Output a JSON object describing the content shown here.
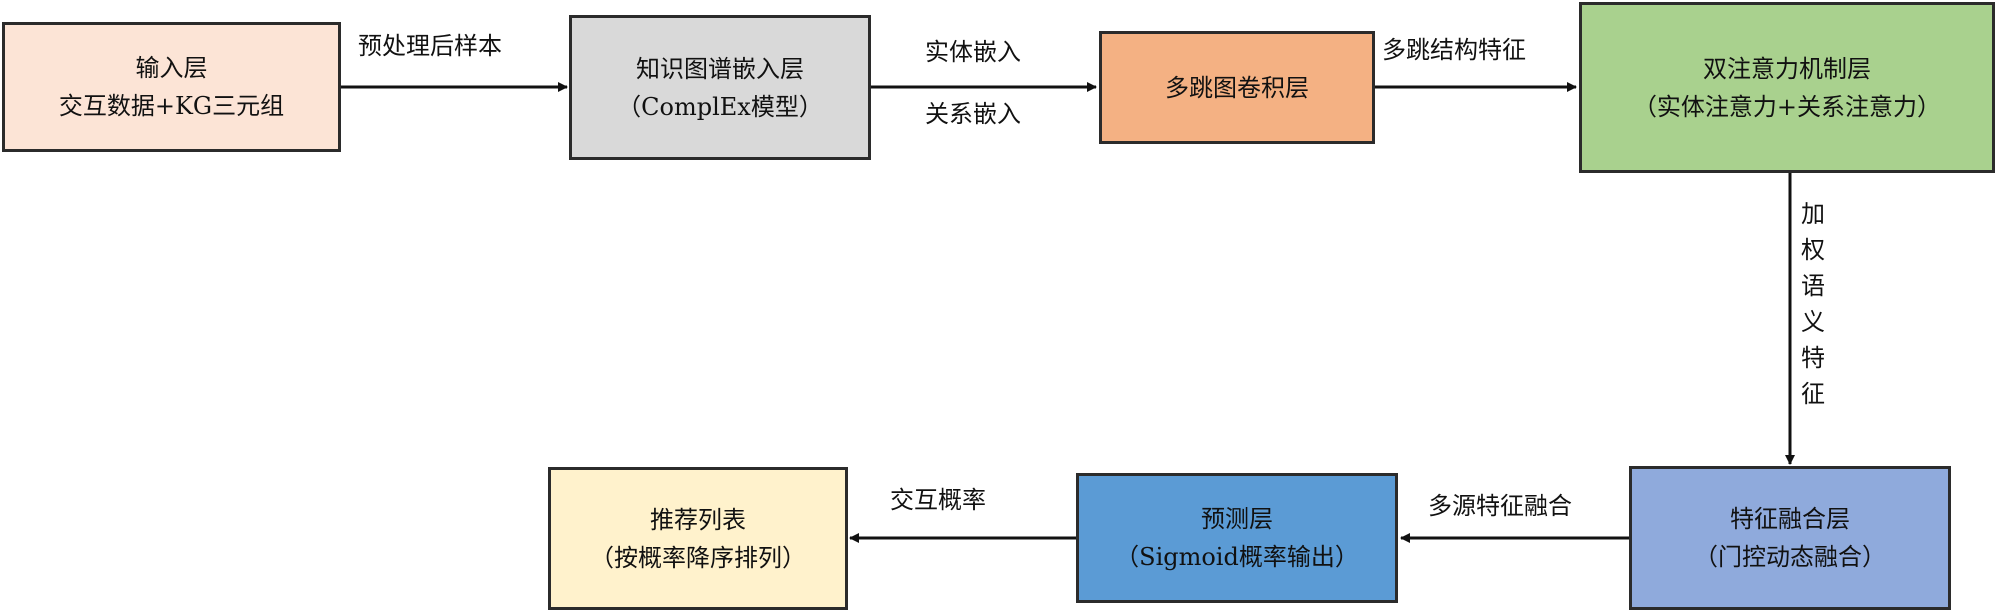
{
  "nodes": {
    "input": {
      "line1": "输入层",
      "line2": "交互数据+KG三元组",
      "color": "#fce4d6"
    },
    "kg_embed": {
      "line1": "知识图谱嵌入层",
      "line2": "（ComplEx模型）",
      "color": "#d9d9d9"
    },
    "gcn": {
      "line1": "多跳图卷积层",
      "color": "#f4b183"
    },
    "attention": {
      "line1": "双注意力机制层",
      "line2": "（实体注意力+关系注意力）",
      "color": "#a9d18e"
    },
    "fusion": {
      "line1": "特征融合层",
      "line2": "（门控动态融合）",
      "color": "#8faadc"
    },
    "predict": {
      "line1": "预测层",
      "line2": "（Sigmoid概率输出）",
      "color": "#5b9bd5"
    },
    "recommend": {
      "line1": "推荐列表",
      "line2": "（按概率降序排列）",
      "color": "#fff2cc"
    }
  },
  "edges": {
    "input_to_kg": "预处理后样本",
    "kg_to_gcn_top": "实体嵌入",
    "kg_to_gcn_bottom": "关系嵌入",
    "gcn_to_attention": "多跳结构特征",
    "attention_to_fusion": "加权语义特征",
    "fusion_to_predict": "多源特征融合",
    "predict_to_recommend": "交互概率"
  }
}
